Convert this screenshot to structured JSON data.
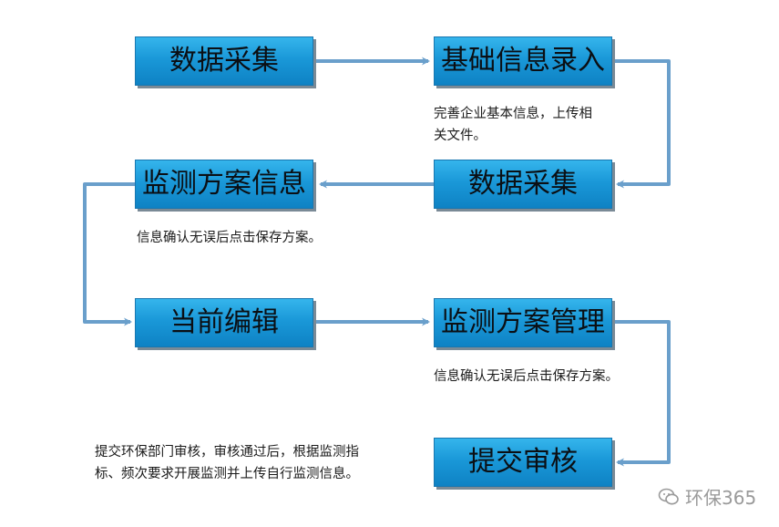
{
  "nodes": {
    "data_collection_1": "数据采集",
    "basic_info_entry": "基础信息录入",
    "data_collection_2": "数据采集",
    "monitoring_plan_info": "监测方案信息",
    "current_edit": "当前编辑",
    "monitoring_plan_management": "监测方案管理",
    "submit_review": "提交审核"
  },
  "notes": {
    "basic_info_line1": "完善企业基本信息，上传相",
    "basic_info_line2": "关文件。",
    "save_plan_1": "信息确认无误后点击保存方案。",
    "save_plan_2": "信息确认无误后点击保存方案。",
    "review_line1": "提交环保部门审核，审核通过后，根据监测指",
    "review_line2": "标、频次要求开展监测并上传自行监测信息。"
  },
  "watermark": {
    "text": "环保365",
    "icon": "wechat-icon"
  },
  "colors": {
    "box_fill": "#1a98d8",
    "arrow": "#6a9fcb"
  }
}
